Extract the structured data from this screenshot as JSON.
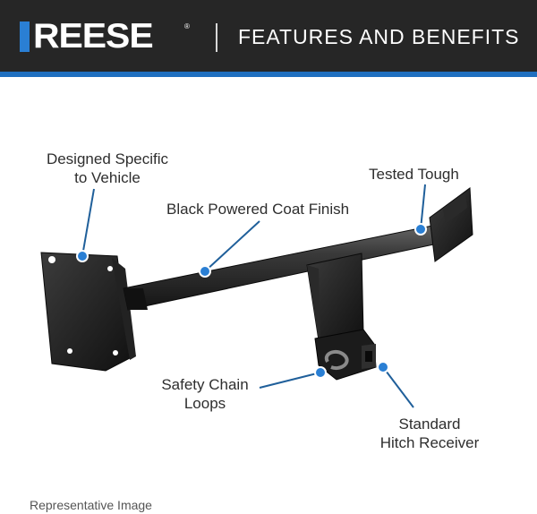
{
  "header": {
    "brand": "REESE",
    "registered": "®",
    "title": "FEATURES AND BENEFITS"
  },
  "callouts": {
    "designed_line1": "Designed Specific",
    "designed_line2": "to Vehicle",
    "tested": "Tested Tough",
    "finish": "Black Powered Coat Finish",
    "chain_line1": "Safety Chain",
    "chain_line2": "Loops",
    "receiver_line1": "Standard",
    "receiver_line2": "Hitch Receiver"
  },
  "footer": {
    "note": "Representative Image"
  },
  "colors": {
    "header_bg": "#262626",
    "accent": "#1f6fbf",
    "dot": "#2a7fd4"
  }
}
